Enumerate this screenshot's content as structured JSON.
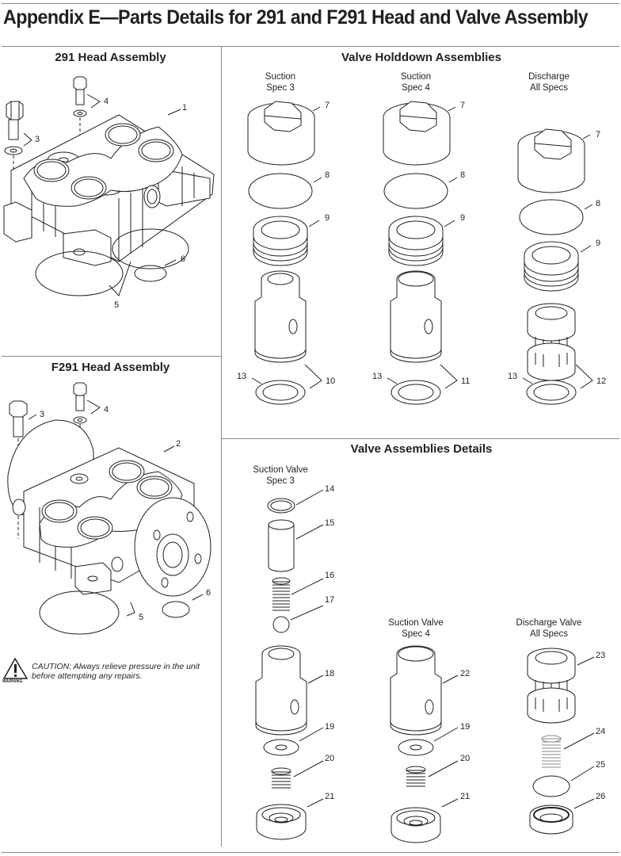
{
  "page_title": "Appendix E—Parts Details for 291 and F291 Head and Valve Assembly",
  "sections": {
    "head_291": {
      "title": "291 Head Assembly",
      "callouts": [
        "1",
        "3",
        "4",
        "5",
        "6"
      ]
    },
    "head_f291": {
      "title": "F291 Head Assembly",
      "callouts": [
        "2",
        "3",
        "4",
        "5",
        "6"
      ]
    },
    "holddown": {
      "title": "Valve Holddown Assemblies",
      "columns": [
        {
          "label_line1": "Suction",
          "label_line2": "Spec 3",
          "callouts": [
            "7",
            "8",
            "9",
            "13",
            "10"
          ]
        },
        {
          "label_line1": "Suction",
          "label_line2": "Spec 4",
          "callouts": [
            "7",
            "8",
            "9",
            "13",
            "11"
          ]
        },
        {
          "label_line1": "Discharge",
          "label_line2": "All Specs",
          "callouts": [
            "7",
            "8",
            "9",
            "13",
            "12"
          ]
        }
      ]
    },
    "valve_details": {
      "title": "Valve Assemblies Details",
      "columns": [
        {
          "label_line1": "Suction Valve",
          "label_line2": "Spec 3",
          "callouts": [
            "14",
            "15",
            "16",
            "17",
            "18",
            "19",
            "20",
            "21"
          ]
        },
        {
          "label_line1": "Suction Valve",
          "label_line2": "Spec 4",
          "callouts": [
            "22",
            "19",
            "20",
            "21"
          ]
        },
        {
          "label_line1": "Discharge Valve",
          "label_line2": "All Specs",
          "callouts": [
            "23",
            "24",
            "25",
            "26"
          ]
        }
      ]
    }
  },
  "caution": {
    "icon": "warning-triangle-icon",
    "icon_label": "WARNING",
    "text": "CAUTION: Always relieve pressure in the unit before attempting any repairs."
  }
}
